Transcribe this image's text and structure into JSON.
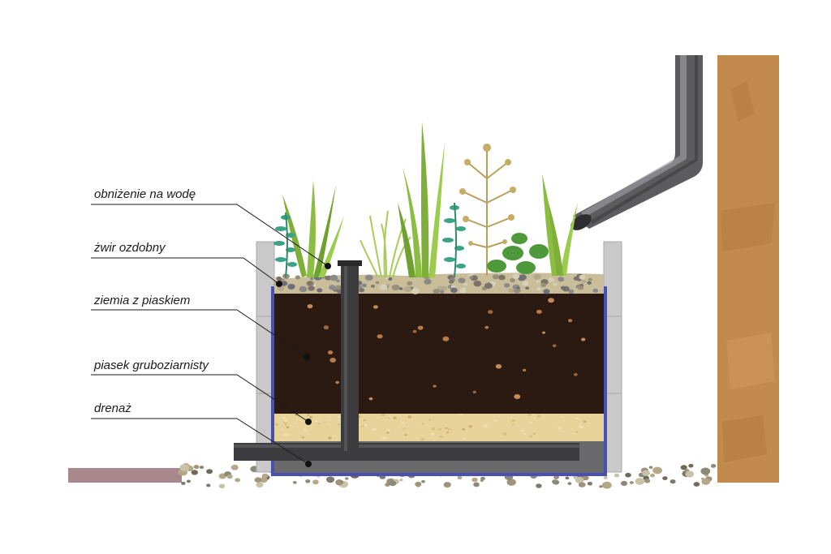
{
  "diagram": {
    "labels": [
      {
        "id": "depression",
        "text": "obniżenie na wodę"
      },
      {
        "id": "gravel",
        "text": "żwir ozdobny"
      },
      {
        "id": "soil",
        "text": "ziemia z piaskiem"
      },
      {
        "id": "sand",
        "text": "piasek gruboziarnisty"
      },
      {
        "id": "drainage",
        "text": "drenaż"
      }
    ]
  },
  "colors": {
    "soil": "#2b1a12",
    "sand": "#e8d49a",
    "liner": "#4a4fb5",
    "wall": "#c9c9c9",
    "downpipe": "#6b6b6d",
    "pipe": "#3c3c3e",
    "house_wall": "#c28a4c",
    "pavement": "#a8888c",
    "gravel_top": "#c9bd9a"
  }
}
